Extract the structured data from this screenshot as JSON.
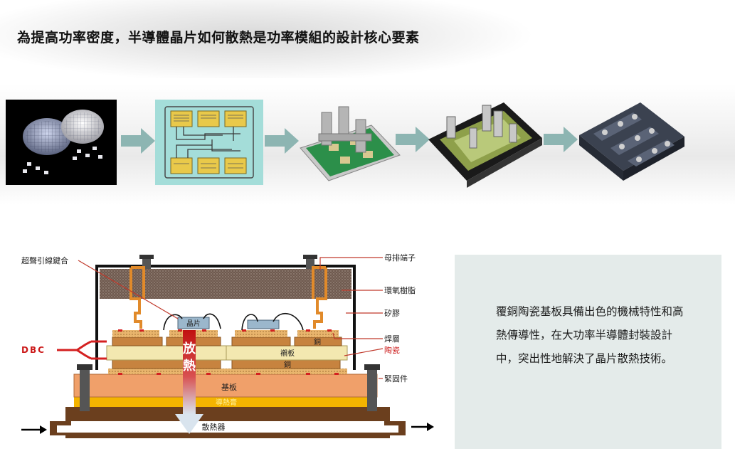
{
  "title": "為提高功率密度，半導體晶片如何散熱是功率模組的設計核心要素",
  "stages": [
    {
      "icon": "wafer-and-dies-photo"
    },
    {
      "icon": "dbc-substrate-layout-icon"
    },
    {
      "icon": "populated-module-board-icon"
    },
    {
      "icon": "module-housing-icon"
    },
    {
      "icon": "finished-power-module-icon"
    }
  ],
  "labels": {
    "wire_bond": "超聲引線鍵合",
    "busbar_terminal": "母排端子",
    "epoxy": "環氧樹脂",
    "silicone_gel": "矽膠",
    "solder_layer": "焊層",
    "ceramic": "陶瓷",
    "fastener": "緊固件",
    "dbc": "DBC",
    "chip": "晶片",
    "copper_top": "銅",
    "ceramic_plate": "襯板",
    "copper_bottom": "銅",
    "baseplate": "基板",
    "thermal_paste": "導熱膏",
    "heatsink": "散熱器",
    "heat_dissipation": "放熱"
  },
  "description": "覆銅陶瓷基板具備出色的機械特性和高熱傳導性，在大功率半導體封裝設計中，突出性地解決了晶片散熱技術。",
  "colors": {
    "copper": "#c7833f",
    "ceramic": "#f3e8b0",
    "red": "#d42020",
    "baseplate": "#f0a06a",
    "paste": "#f4b400",
    "heatsink": "#6b3f1e",
    "epoxy": "#6f5a4f"
  }
}
